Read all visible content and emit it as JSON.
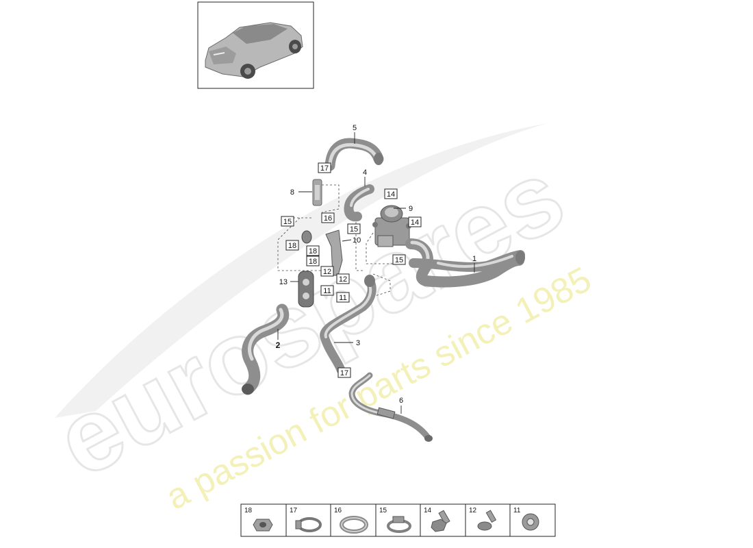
{
  "watermark": {
    "brand": "eurospares",
    "tagline": "a passion for parts since 1985"
  },
  "callouts": {
    "c1": "1",
    "c2": "2",
    "c3": "3",
    "c4": "4",
    "c5": "5",
    "c6": "6",
    "c8": "8",
    "c9": "9",
    "c10": "10",
    "c13": "13"
  },
  "tags": {
    "t17a": "17",
    "t14a": "14",
    "t15a": "15",
    "t16": "16",
    "t15b": "15",
    "t14b": "14",
    "t18a": "18",
    "t18b": "18",
    "t18c": "18",
    "t12a": "12",
    "t12b": "12",
    "t11a": "11",
    "t11b": "11",
    "t15c": "15",
    "t17b": "17"
  },
  "legend": {
    "items": [
      {
        "num": "18",
        "icon": "flange-nut-icon"
      },
      {
        "num": "17",
        "icon": "hose-clamp-icon"
      },
      {
        "num": "16",
        "icon": "band-clamp-icon"
      },
      {
        "num": "15",
        "icon": "worm-clamp-icon"
      },
      {
        "num": "14",
        "icon": "hex-bolt-icon"
      },
      {
        "num": "12",
        "icon": "torx-bolt-icon"
      },
      {
        "num": "11",
        "icon": "rubber-grommet-icon"
      }
    ]
  }
}
